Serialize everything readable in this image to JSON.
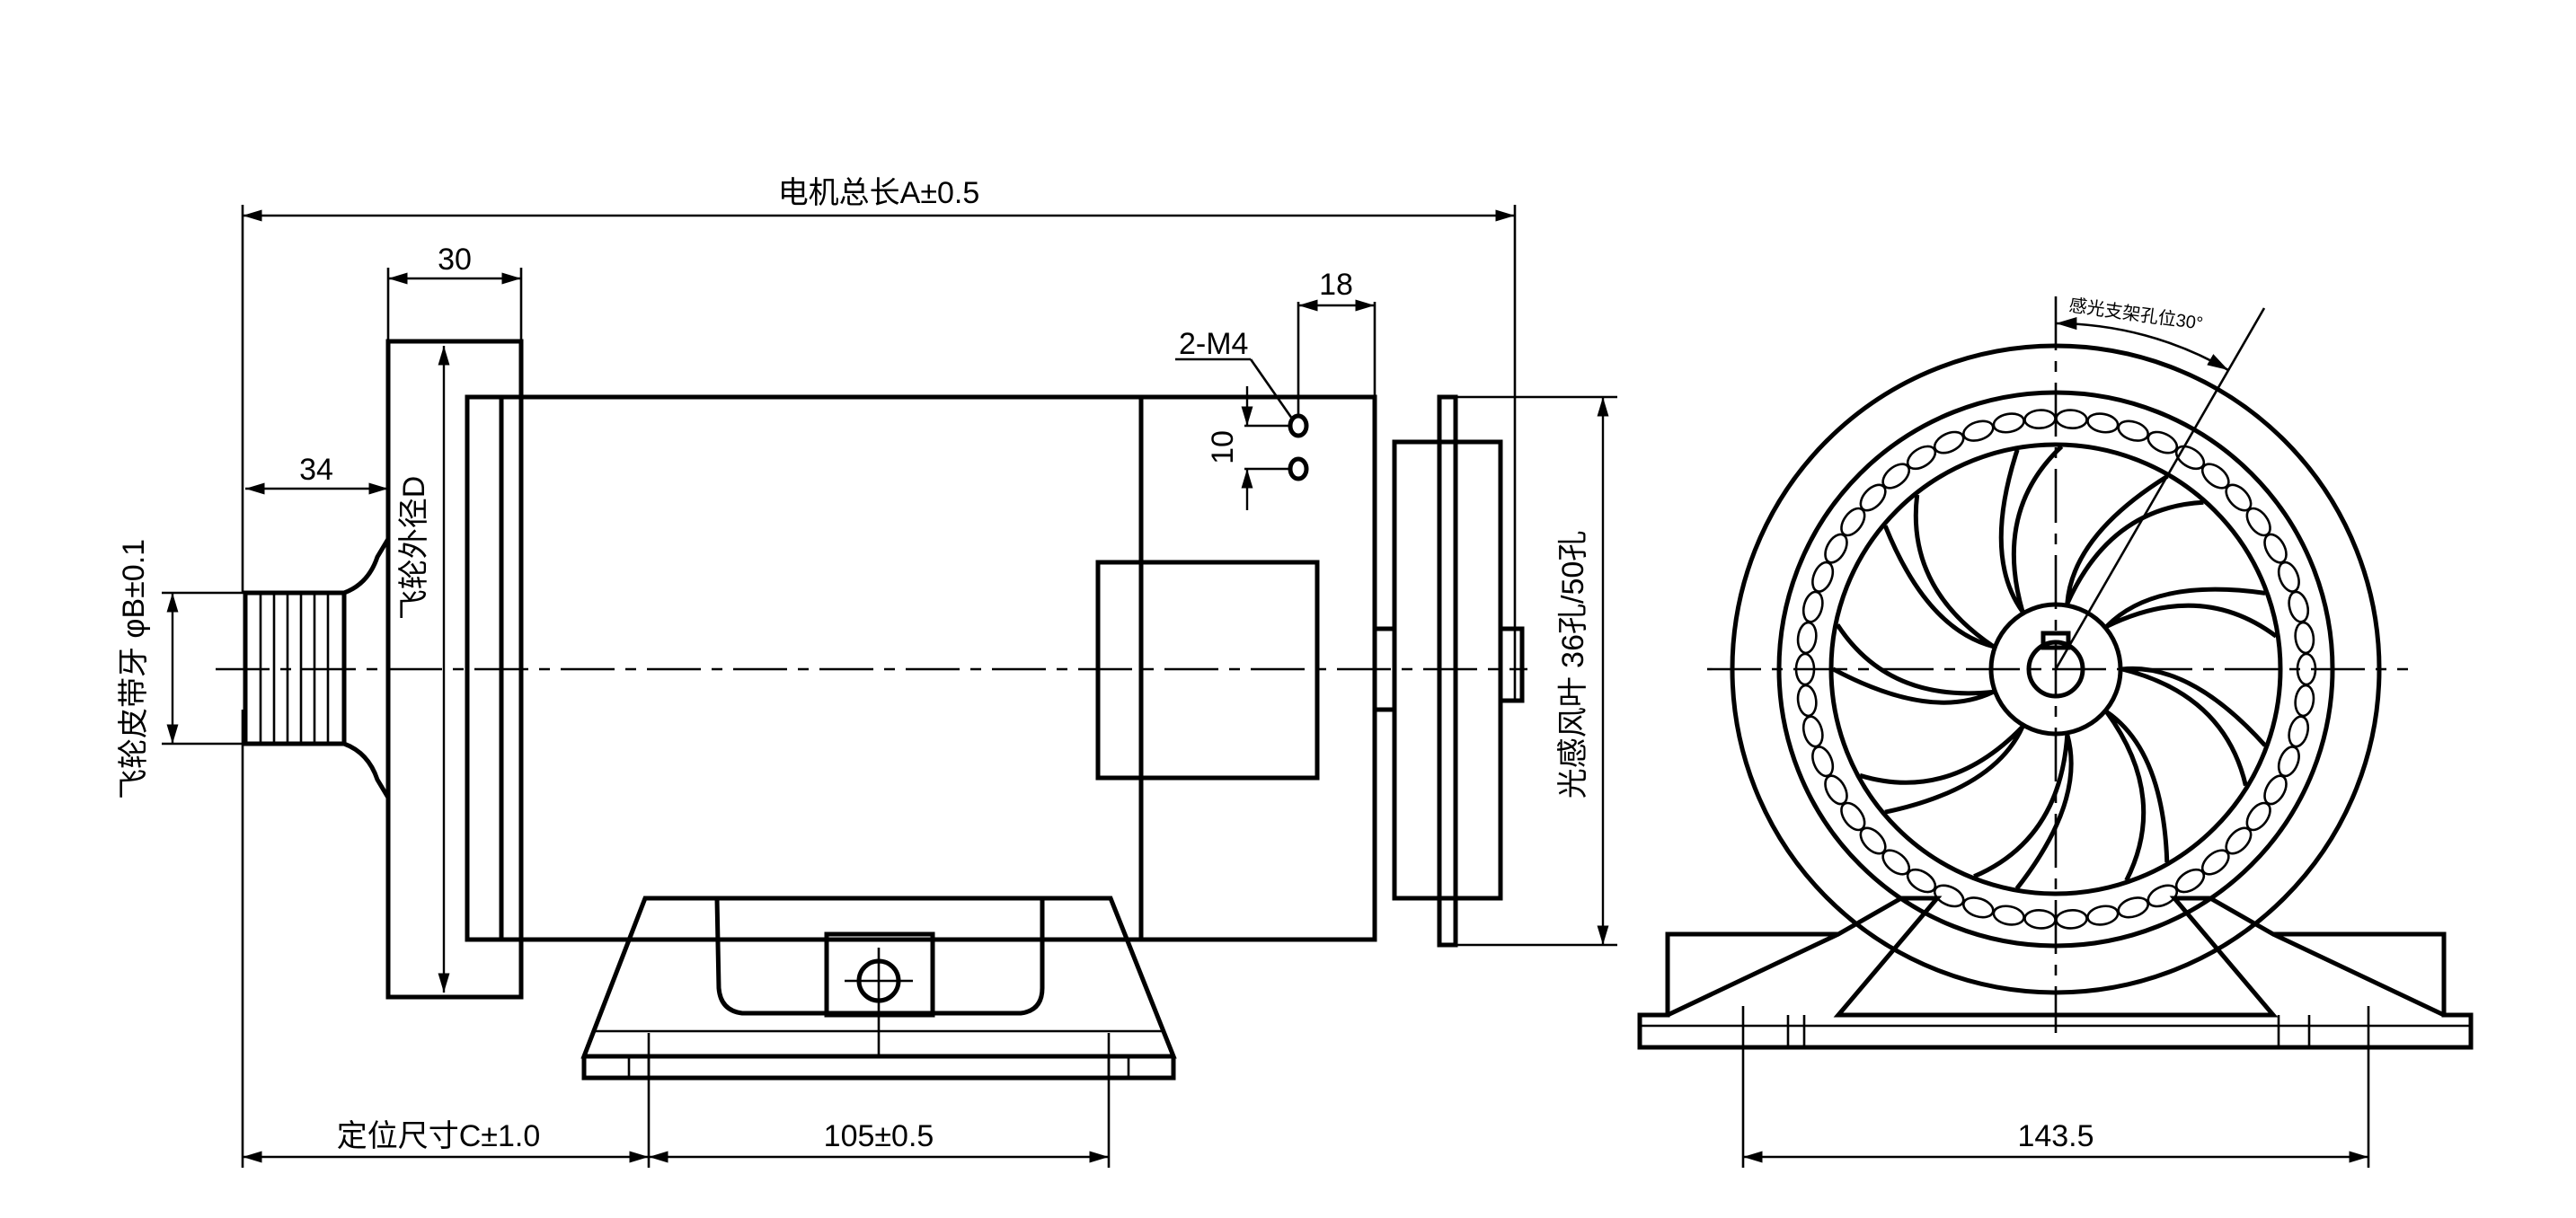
{
  "drawing": {
    "labels": {
      "total_length": "电机总长A±0.5",
      "flywheel_width": "30",
      "flywheel_offset": "34",
      "flywheel_belt_teeth": "飞轮皮带牙 φB±0.1",
      "flywheel_outer_dia": "飞轮外径D",
      "terminal_offset": "18",
      "terminal_screws": "2-M4",
      "terminal_spacing": "10",
      "fan_spec": "光感风叶  36孔/50孔",
      "position_dim": "定位尺寸C±1.0",
      "base_hole_spacing": "105±0.5",
      "base_width_end": "143.5",
      "sensor_bracket": "感光支架孔位30°"
    }
  }
}
